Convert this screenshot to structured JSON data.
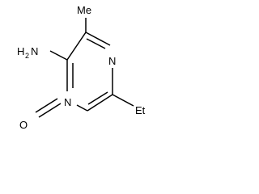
{
  "molecule": {
    "labels": {
      "amino_h": "H",
      "amino_sub": "2",
      "amino_n": "N",
      "methyl": "Me",
      "ring_n_top": "N",
      "ring_n_bottom": "N",
      "oxide_o": "O",
      "ethyl": "Et"
    },
    "colors": {
      "bond": "#000000",
      "text": "#000000",
      "background": "#ffffff"
    }
  }
}
